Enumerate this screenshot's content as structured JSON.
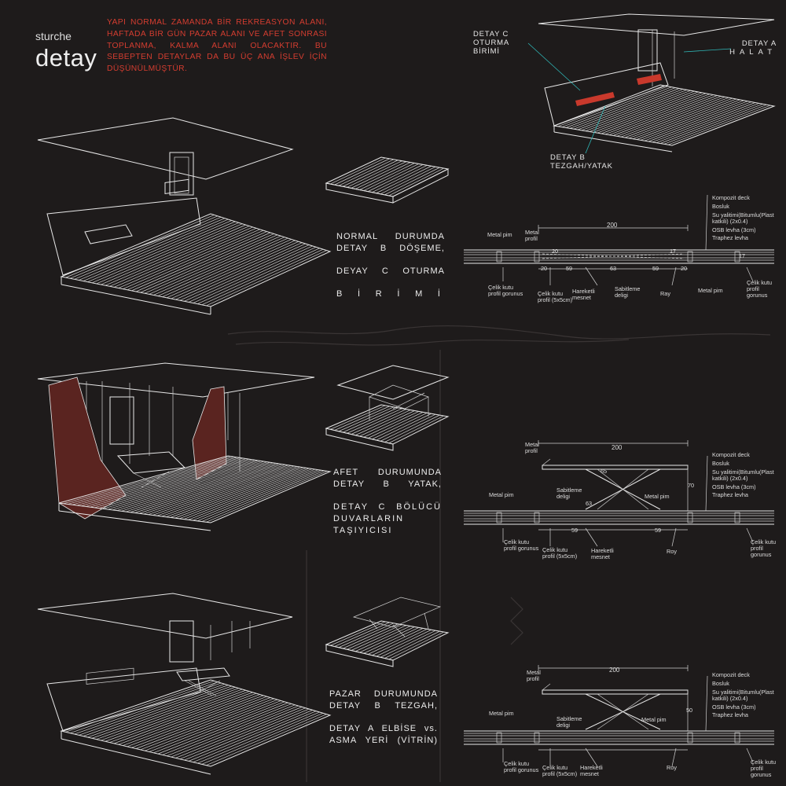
{
  "header": {
    "subtitle": "sturche",
    "title": "detay",
    "intro": "YAPI NORMAL ZAMANDA BİR REKREASYON ALANI, HAFTADA BİR GÜN PAZAR ALANI VE AFET SONRASI TOPLANMA, KALMA ALANI OLACAKTIR. BU SEBEPTEN DETAYLAR DA BU ÜÇ ANA İŞLEV İÇİN DÜŞÜNÜLMÜŞTÜR."
  },
  "colors": {
    "background": "#1e1b1b",
    "accent_red": "#d43d30",
    "curtain": "#5a2420",
    "line": "#e8e8e8"
  },
  "callouts": {
    "detay_c": [
      "DETAY C",
      "OTURMA BİRİMİ"
    ],
    "detay_a": [
      "DETAY A",
      "HALAT"
    ],
    "detay_b": [
      "DETAY B",
      "TEZGAH/YATAK"
    ]
  },
  "rows": [
    {
      "desc": [
        "NORMAL DURUMDA DETAY B DÖŞEME,",
        "DEYAY C OTURMA",
        "B İ R İ M İ"
      ],
      "dim_total": "200",
      "labels": {
        "metal_pim_left": "Metal pim",
        "metal_profil": "Metal profil",
        "celik_left": "Çelik kutu profil gorunus",
        "celik_mid": "Çelik kutu profil (5x5cm)",
        "hareketli": "Hareketli mesnet",
        "sabitleme": "Sabitleme deligi",
        "ray": "Ray",
        "metal_pim_right": "Metal pim",
        "celik_right": "Çelik kutu profil gorunus"
      },
      "dims": [
        "20",
        "20",
        "59",
        "63",
        "59",
        "20",
        "17",
        "17"
      ],
      "layers": [
        "Kompozit deck",
        "Bosluk",
        "Su yalitimi(Bitumlu(Plast katkili) (2x0.4)",
        "OSB levha (3cm)",
        "Traphez levha"
      ]
    },
    {
      "desc": [
        "AFET DURUMUNDA DETAY B YATAK,",
        "DETAY C BÖLÜCÜ DUVARLARIN TAŞIYICISI"
      ],
      "dim_total": "200",
      "labels": {
        "metal_profil": "Metal profil",
        "sabitleme": "Sabitleme deligi",
        "metal_pim_left": "Metal pim",
        "metal_pim_mid": "Metal pim",
        "celik_left": "Çelik kutu profil gorunus",
        "celik_mid": "Çelik kutu profil (5x5cm)",
        "hareketli": "Hareketli mesnet",
        "ray": "Roy",
        "celik_right": "Çelik kutu profil gorunus"
      },
      "dims": [
        "65",
        "63",
        "70",
        "59",
        "59"
      ],
      "layers": [
        "Kompozit deck",
        "Bosluk",
        "Su yalitimi(Bitumlu(Plast katkili) (2x0.4)",
        "OSB levha (3cm)",
        "Traphez levha"
      ]
    },
    {
      "desc": [
        "PAZAR DURUMUNDA DETAY B TEZGAH,",
        "DETAY A ELBİSE vs. ASMA YERİ (VİTRİN)"
      ],
      "dim_total": "200",
      "labels": {
        "metal_profil": "Metal profil",
        "sabitleme": "Sabitleme deligi",
        "metal_pim_left": "Metal pim",
        "metal_pim_mid": "Metal pim",
        "celik_left": "Çelik kutu profil gorunus",
        "celik_mid": "Çelik kutu profil (5x5cm)",
        "hareketli": "Hareketli mesnet",
        "ray": "Roy",
        "celik_right": "Çelik kutu profil gorunus"
      },
      "dims": [
        "50"
      ],
      "layers": [
        "Kompozit deck",
        "Bosluk",
        "Su yalitimi(Bitumlu(Plast katkili) (2x0.4)",
        "OSB levha (3cm)",
        "Traphez levha"
      ]
    }
  ]
}
